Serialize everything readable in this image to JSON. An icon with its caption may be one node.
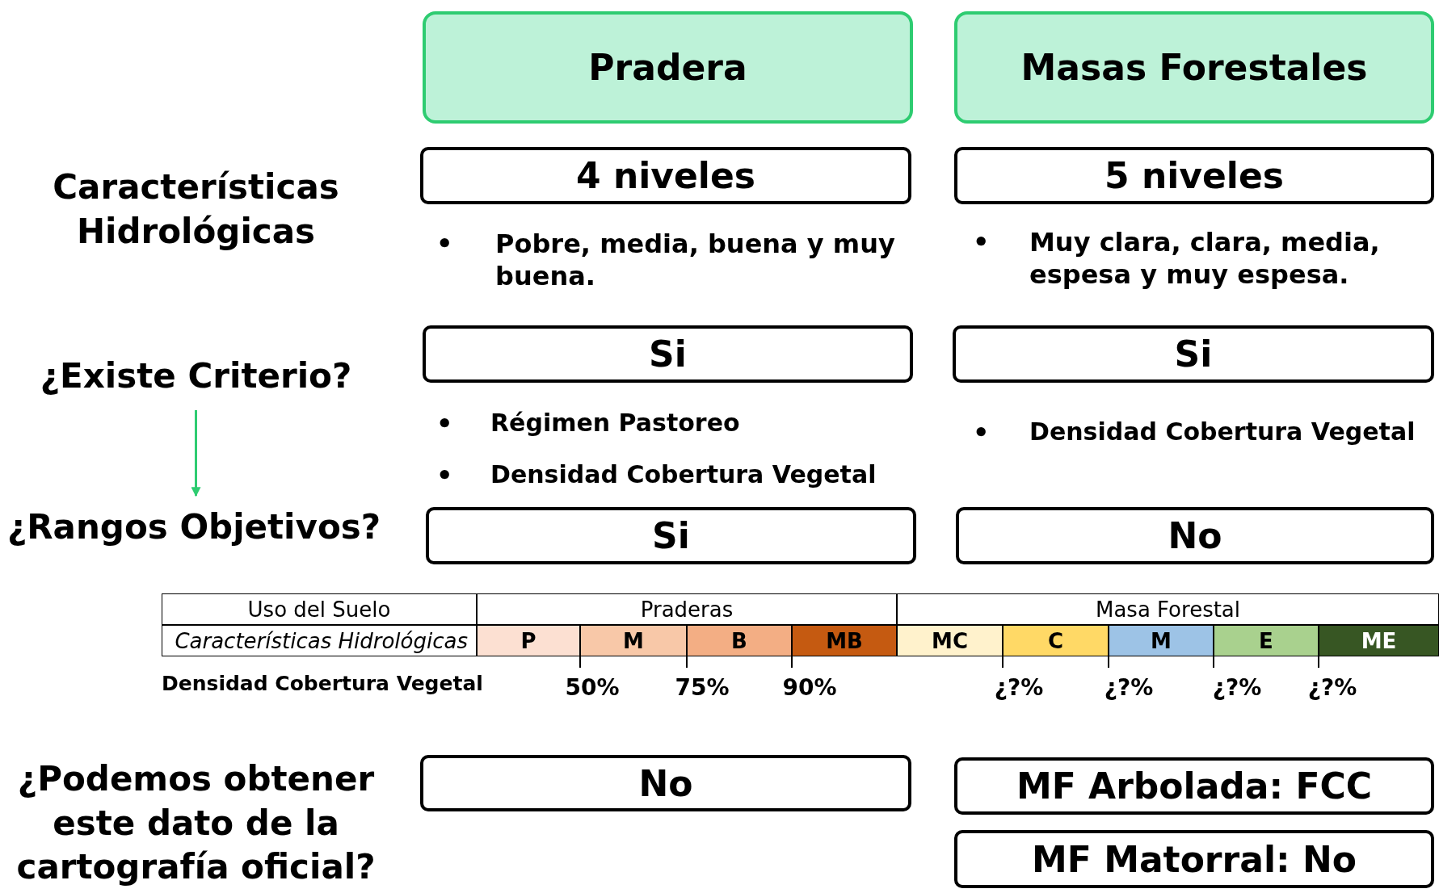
{
  "diagram": {
    "nodes": [
      {
        "text": [
          "Pradera"
        ]
      },
      {
        "text": [
          "Masas Forestales"
        ]
      },
      {
        "text": [
          "4 niveles"
        ]
      },
      {
        "text": [
          "5 niveles"
        ]
      },
      {
        "text": [
          "¿Existe Criterio?"
        ]
      },
      {
        "text": [
          "Si"
        ]
      },
      {
        "text": [
          "Si"
        ]
      },
      {
        "text": [
          "¿Rangos Objetivos?"
        ]
      },
      {
        "text": [
          "Si"
        ]
      },
      {
        "text": [
          "No"
        ]
      },
      {
        "text": [
          "No"
        ]
      },
      {
        "text": [
          "MF Arbolada: FCC"
        ]
      },
      {
        "text": [
          "MF Matorral: No"
        ]
      }
    ],
    "edges": [
      {
        "from": 4,
        "to": 7,
        "arrow": "to"
      }
    ],
    "labels": [
      "Características Hidrológicas",
      "•",
      "Pobre, media, buena y muy buena.",
      "•",
      "Muy clara, clara, media, espesa y muy espesa.",
      "•",
      "Régimen Pastoreo",
      "•",
      "Densidad Cobertura Vegetal",
      "•",
      "Densidad Cobertura Vegetal",
      "Uso del Suelo",
      "Praderas",
      "Masa Forestal",
      "Características Hidrológicas",
      "P",
      "M",
      "B",
      "MB",
      "MC",
      "C",
      "M",
      "E",
      "ME",
      "Densidad Cobertura Vegetal",
      "50%",
      "75%",
      "90%",
      "¿?%",
      "¿?%",
      "¿?%",
      "¿?%",
      "¿Podemos obtener este dato de la cartografía oficial?"
    ]
  }
}
